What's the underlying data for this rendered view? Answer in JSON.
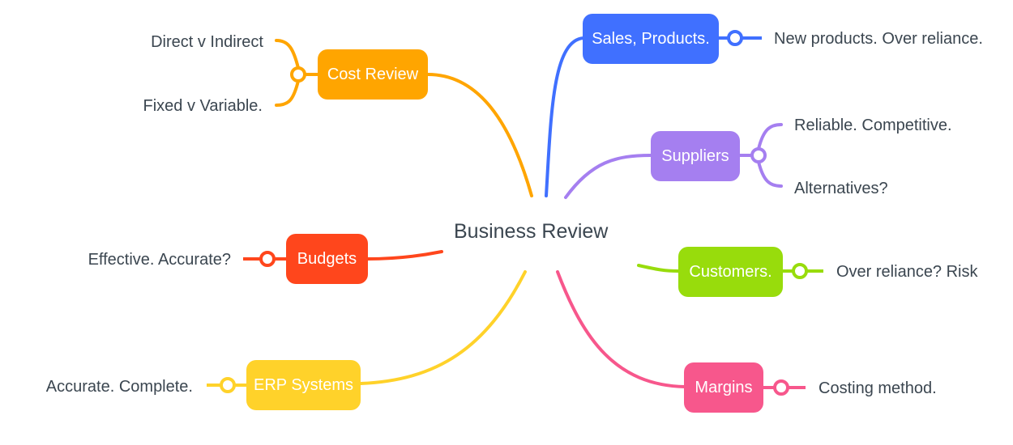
{
  "central_topic": "Business Review",
  "topics": [
    {
      "id": "cost-review",
      "label": "Cost Review",
      "color": "#ffa500",
      "leaves": [
        "Direct v Indirect",
        "Fixed v Variable."
      ]
    },
    {
      "id": "sales-products",
      "label": "Sales, Products.",
      "color": "#4070ff",
      "leaves": [
        "New products. Over reliance."
      ]
    },
    {
      "id": "suppliers",
      "label": "Suppliers",
      "color": "#a57ff0",
      "leaves": [
        "Reliable. Competitive.",
        "Alternatives?"
      ]
    },
    {
      "id": "budgets",
      "label": "Budgets",
      "color": "#ff461c",
      "leaves": [
        "Effective. Accurate?"
      ]
    },
    {
      "id": "customers",
      "label": "Customers.",
      "color": "#98dc0c",
      "leaves": [
        "Over reliance? Risk"
      ]
    },
    {
      "id": "erp-systems",
      "label": "ERP Systems",
      "color": "#ffd22a",
      "leaves": [
        "Accurate. Complete."
      ]
    },
    {
      "id": "margins",
      "label": "Margins",
      "color": "#f7578c",
      "leaves": [
        "Costing method."
      ]
    }
  ]
}
